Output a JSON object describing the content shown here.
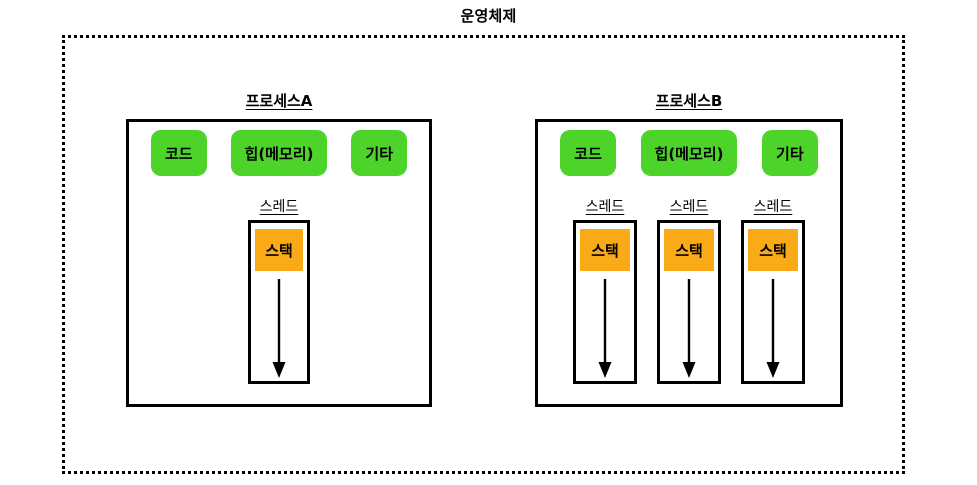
{
  "diagram": {
    "title": "운영체제",
    "container": {
      "name": "os-container",
      "border_style": "dotted",
      "border_color": "#000000"
    },
    "colors": {
      "segment_green": "#4DD42B",
      "stack_orange": "#FAAA17",
      "line_black": "#000000",
      "background": "#ffffff"
    },
    "processes": [
      {
        "label": "프로세스A",
        "segments": [
          {
            "label": "코드"
          },
          {
            "label": "힙(메모리)"
          },
          {
            "label": "기타"
          }
        ],
        "threads": [
          {
            "label": "스레드",
            "stack_label": "스택"
          }
        ]
      },
      {
        "label": "프로세스B",
        "segments": [
          {
            "label": "코드"
          },
          {
            "label": "힙(메모리)"
          },
          {
            "label": "기타"
          }
        ],
        "threads": [
          {
            "label": "스레드",
            "stack_label": "스택"
          },
          {
            "label": "스레드",
            "stack_label": "스택"
          },
          {
            "label": "스레드",
            "stack_label": "스택"
          }
        ]
      }
    ]
  }
}
